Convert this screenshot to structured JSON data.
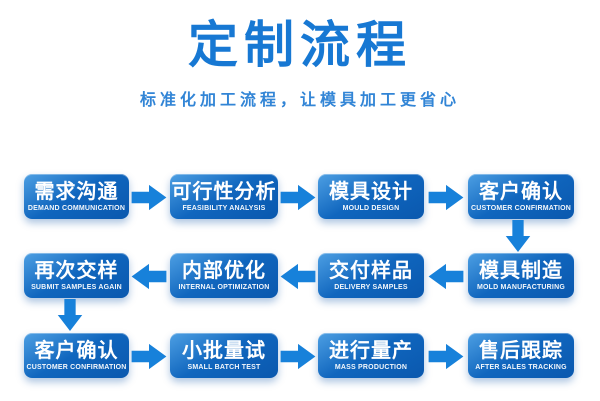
{
  "header": {
    "title": "定制流程",
    "subtitle": "标准化加工流程，让模具加工更省心"
  },
  "colors": {
    "title_blue": "#1778d3",
    "subtitle_blue": "#3285d6",
    "arrow_blue": "#1781da",
    "box_gradient_top": "#4d9fe3",
    "box_gradient_bottom": "#0a58ae",
    "box_text": "#ffffff",
    "background": "#ffffff"
  },
  "flow": {
    "rows": [
      {
        "direction": "right",
        "steps": [
          {
            "zh": "需求沟通",
            "en": "DEMAND COMMUNICATION"
          },
          {
            "zh": "可行性分析",
            "en": "FEASIBILITY ANALYSIS"
          },
          {
            "zh": "模具设计",
            "en": "MOULD DESIGN"
          },
          {
            "zh": "客户确认",
            "en": "CUSTOMER CONFIRMATION"
          }
        ]
      },
      {
        "direction": "left",
        "steps": [
          {
            "zh": "再次交样",
            "en": "SUBMIT SAMPLES AGAIN"
          },
          {
            "zh": "内部优化",
            "en": "INTERNAL OPTIMIZATION"
          },
          {
            "zh": "交付样品",
            "en": "DELIVERY SAMPLES"
          },
          {
            "zh": "模具制造",
            "en": "MOLD MANUFACTURING"
          }
        ]
      },
      {
        "direction": "right",
        "steps": [
          {
            "zh": "客户确认",
            "en": "CUSTOMER CONFIRMATION"
          },
          {
            "zh": "小批量试",
            "en": "SMALL BATCH TEST"
          },
          {
            "zh": "进行量产",
            "en": "MASS PRODUCTION"
          },
          {
            "zh": "售后跟踪",
            "en": "AFTER SALES TRACKING"
          }
        ]
      }
    ],
    "connectors": [
      "row1: left-to-right arrows between columns",
      "down arrow right side: customer-confirmation -> mold-manufacturing",
      "row2: right-to-left arrows between columns",
      "down arrow left side: submit-samples-again -> customer-confirmation-2",
      "row3: left-to-right arrows between columns"
    ]
  }
}
